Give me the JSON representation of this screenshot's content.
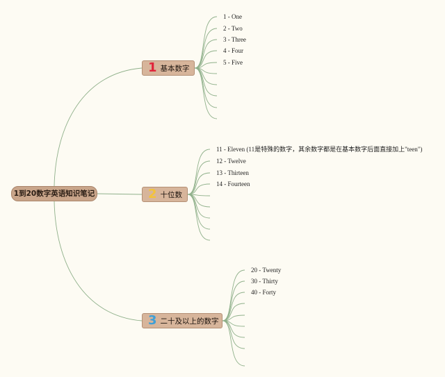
{
  "root": {
    "label": "1到20数字英语知识笔记"
  },
  "colors": {
    "connector": "#8fb08a",
    "node_fill": "#d7b59b",
    "root_fill": "#c9a58a",
    "background": "#fdfbf3"
  },
  "branches": [
    {
      "number": "1",
      "number_color": "#e0243a",
      "label": "基本数字",
      "items": [
        "1 - One",
        "2 - Two",
        "3 - Three",
        "4 - Four",
        "5 - Five"
      ]
    },
    {
      "number": "2",
      "number_color": "#f3c33a",
      "label": "十位数",
      "items": [
        "11 - Eleven (11是特殊的数字，其余数字都是在基本数字后面直接加上\"teen\")",
        "12 - Twelve",
        "13 - Thirteen",
        "14 - Fourteen"
      ]
    },
    {
      "number": "3",
      "number_color": "#3f9fd6",
      "label": "二十及以上的数字",
      "items": [
        "20 - Twenty",
        "30 - Thirty",
        "40 - Forty"
      ]
    }
  ]
}
